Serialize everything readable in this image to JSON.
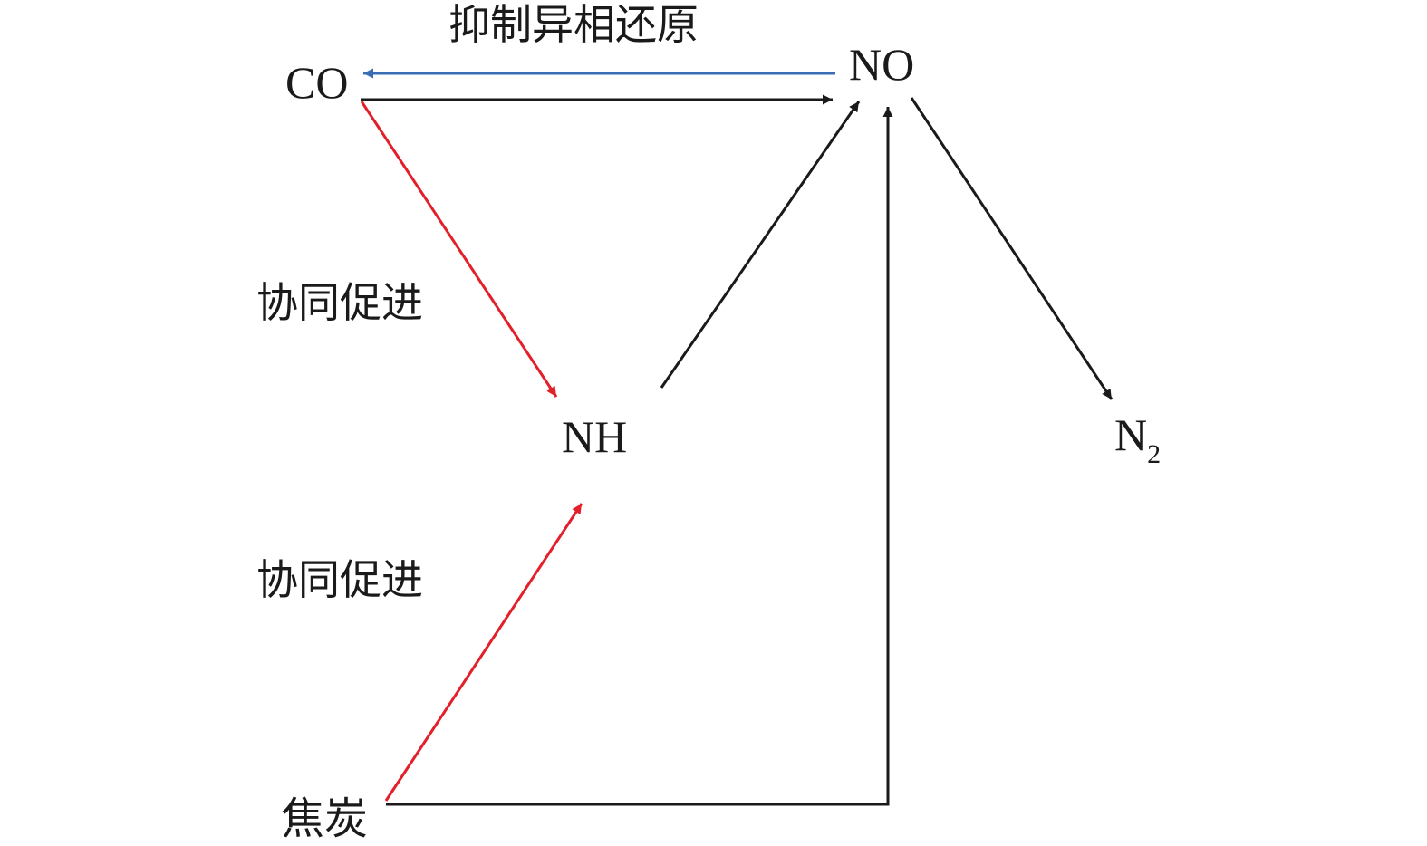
{
  "nodes": {
    "co": "CO",
    "no": "NO",
    "nh": "NH",
    "n2_main": "N",
    "n2_sub": "2",
    "coke": "焦炭"
  },
  "labels": {
    "inhibit": "抑制异相还原",
    "synergy_top": "协同促进",
    "synergy_bottom": "协同促进"
  },
  "colors": {
    "black": "#1a1a1a",
    "red": "#e3202a",
    "blue": "#3a6db5"
  }
}
